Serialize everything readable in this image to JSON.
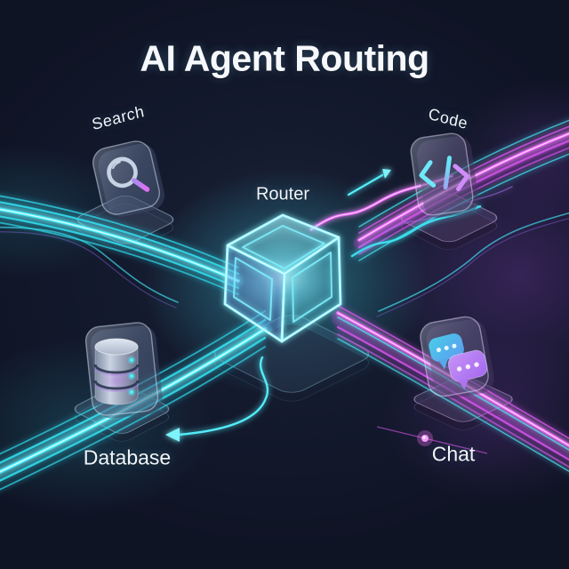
{
  "title": "AI Agent Routing",
  "router": {
    "label": "Router",
    "icon": "cube-icon"
  },
  "nodes": {
    "search": {
      "label": "Search",
      "icon": "magnifier-icon",
      "position": "top-left"
    },
    "code": {
      "label": "Code",
      "icon": "code-brackets-icon",
      "position": "top-right"
    },
    "database": {
      "label": "Database",
      "icon": "database-cylinder-icon",
      "position": "bottom-left"
    },
    "chat": {
      "label": "Chat",
      "icon": "chat-bubbles-icon",
      "position": "bottom-right"
    }
  },
  "connections": [
    {
      "from": "search",
      "to": "router",
      "color": "cyan"
    },
    {
      "from": "code",
      "to": "router",
      "color": "magenta"
    },
    {
      "from": "router",
      "to": "database",
      "color": "cyan"
    },
    {
      "from": "router",
      "to": "chat",
      "color": "magenta"
    }
  ],
  "colors": {
    "background": "#131a2e",
    "cyan": "#3ee9f7",
    "cyan_bright": "#e6fdff",
    "magenta": "#e05df0",
    "magenta_bright": "#ffd9fb",
    "purple": "#b073f2",
    "text": "#f2f5fa"
  }
}
